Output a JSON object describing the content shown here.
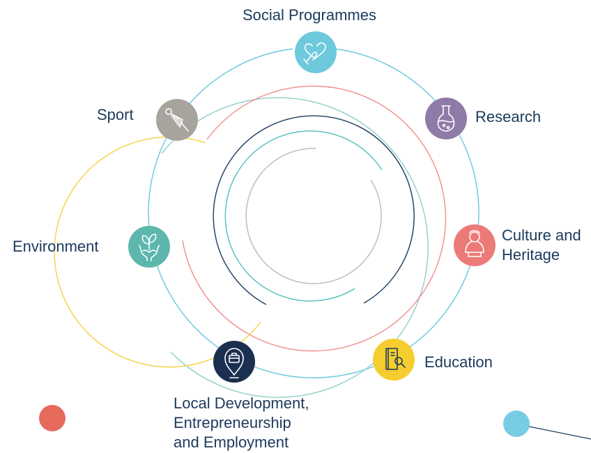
{
  "areas": [
    {
      "id": "social",
      "label": "Social Programmes",
      "icon": "heart-hand-icon",
      "color": "#6ec9dd"
    },
    {
      "id": "research",
      "label": "Research",
      "icon": "flask-icon",
      "color": "#8f7aa8"
    },
    {
      "id": "culture",
      "label_lines": [
        "Culture and",
        "Heritage"
      ],
      "icon": "bust-statue-icon",
      "color": "#ec7a78"
    },
    {
      "id": "education",
      "label": "Education",
      "icon": "book-magnifier-icon",
      "color": "#f6cd2e"
    },
    {
      "id": "local",
      "label_lines": [
        "Local Development,",
        "Entrepreneurship",
        "and Employment"
      ],
      "icon": "location-pin-bag-icon",
      "color": "#1b2f50"
    },
    {
      "id": "environment",
      "label": "Environment",
      "icon": "hands-plant-icon",
      "color": "#5db7ad"
    },
    {
      "id": "sport",
      "label": "Sport",
      "icon": "shuttlecock-icon",
      "color": "#a8a39d"
    }
  ],
  "ring_colors": [
    "#67c7dc",
    "#8ccfc6",
    "#ef8c8a",
    "#f4d03f",
    "#1b3a5c",
    "#4fc0bd",
    "#b9b9b9"
  ],
  "decorations": {
    "coral_dot": "#e66b5d",
    "blue_dot": "#79cde3",
    "line": "#1b3a5c"
  }
}
